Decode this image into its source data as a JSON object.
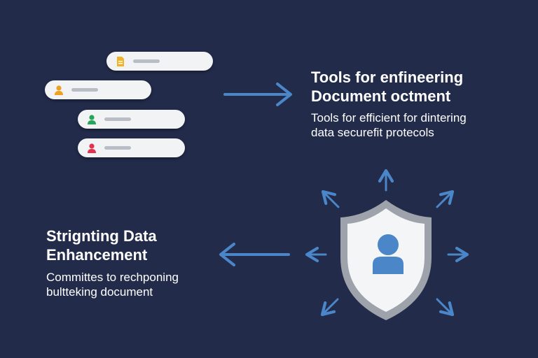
{
  "top_section": {
    "title_line1": "Tools for enfineering",
    "title_line2": "Document octment",
    "desc_line1": "Tools for efficient for dintering",
    "desc_line2": "data securefit protecols"
  },
  "bottom_section": {
    "title_line1": "Strignting Data",
    "title_line2": "Enhancement",
    "desc_line1": "Committes to rechponing",
    "desc_line2": "bultteking document"
  },
  "list_items": [
    {
      "icon": "document-icon",
      "color": "#f0b428"
    },
    {
      "icon": "user-icon",
      "color": "#f0a020"
    },
    {
      "icon": "user-icon",
      "color": "#27a55a"
    },
    {
      "icon": "user-icon",
      "color": "#e0344e"
    }
  ],
  "colors": {
    "background": "#222b4a",
    "arrow": "#4a86c8",
    "shield_rim": "#9ea3ab",
    "shield_fill": "#f4f5f7",
    "user_icon": "#4a86c8"
  }
}
